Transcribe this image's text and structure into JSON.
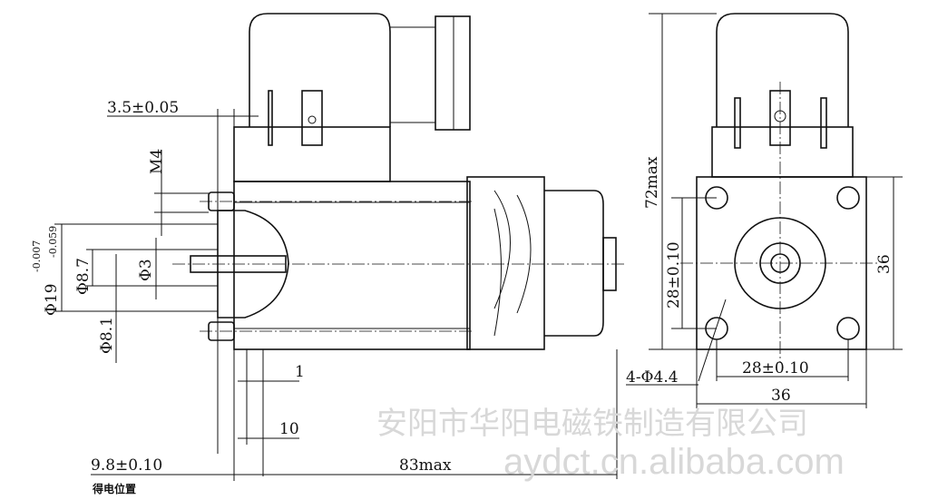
{
  "side_view": {
    "dim_pin_offset": "3.5±0.05",
    "dim_thread": "M4",
    "dim_flange_dia": "Φ19",
    "dim_flange_tol_upper": "-0.007",
    "dim_flange_tol_lower": "-0.059",
    "dim_bore": "Φ8.7",
    "dim_pin": "Φ3",
    "dim_boss": "Φ8.1",
    "dim_one": "1",
    "dim_ten": "10",
    "dim_stroke": "9.8±0.10",
    "energized_position": "得电位置",
    "dim_length": "83max"
  },
  "end_view": {
    "dim_height": "72max",
    "dim_hole_spacing_v": "28±0.10",
    "dim_width_v": "36",
    "dim_holes": "4-Φ4.4",
    "dim_hole_spacing_h": "28±0.10",
    "dim_width_h": "36"
  },
  "watermark": {
    "company": "安阳市华阳电磁铁制造有限公司",
    "url": "aydct.cn.alibaba.com"
  }
}
